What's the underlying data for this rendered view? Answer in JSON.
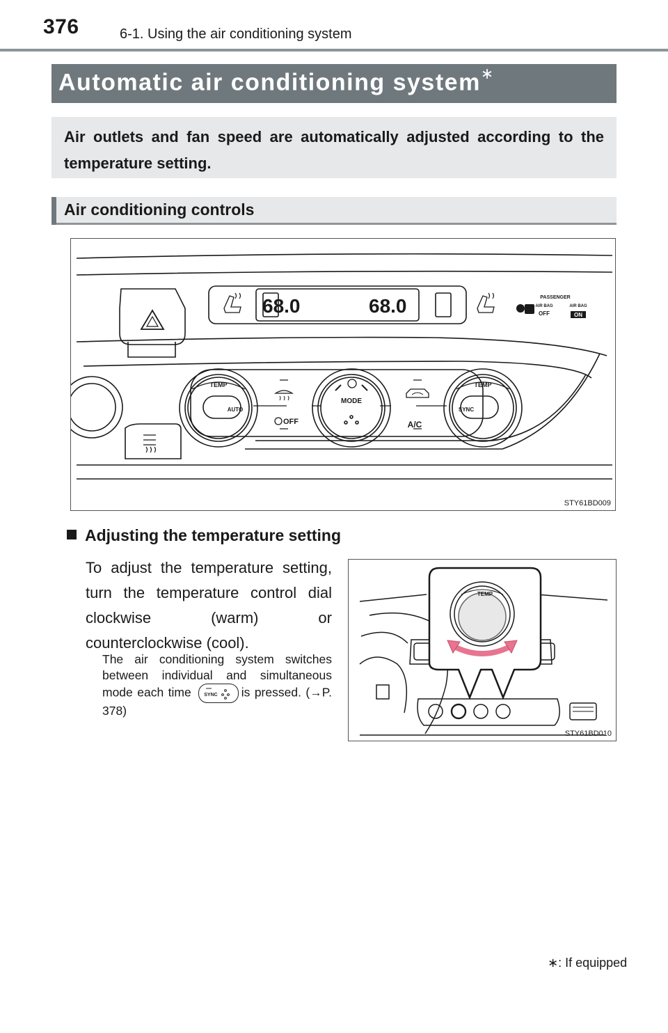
{
  "header": {
    "page_number": "376",
    "running_head": "6-1. Using the air conditioning system"
  },
  "title": {
    "text": "Automatic air conditioning system",
    "mark": "∗"
  },
  "summary": "Air outlets and fan speed are automatically adjusted according to the temperature setting.",
  "section": {
    "heading": "Air conditioning controls"
  },
  "figure1": {
    "code": "STY61BD009",
    "labels": {
      "temp_left": "TEMP",
      "temp_right": "TEMP",
      "auto": "AUTO",
      "sync": "SYNC",
      "mode": "MODE",
      "off": "OFF",
      "ac": "A/C",
      "display_left": "68.0",
      "display_right": "68.0",
      "passenger": "PASSENGER",
      "airbag_off_label": "AIR BAG",
      "airbag_off_state": "OFF",
      "airbag_on_label": "AIR BAG",
      "airbag_on_state": "ON"
    },
    "icons": [
      "hazard-icon",
      "seat-heater-icon",
      "rear-defogger-icon",
      "fan-icon",
      "windshield-defogger-icon",
      "recirculation-icon",
      "airbag-indicator-icon"
    ]
  },
  "subsection": {
    "heading": "Adjusting the temperature setting",
    "body": "To adjust the temperature setting, turn the temperature control dial clockwise (warm) or counterclockwise (cool).",
    "note_before": "The air conditioning system switches between individual and simultaneous mode each time",
    "note_icon_label": "SYNC",
    "note_after": "is pressed. (→P. 378)"
  },
  "figure2": {
    "code": "STY61BD010",
    "dial_label": "TEMP",
    "icons": [
      "rotate-arrow-icon"
    ]
  },
  "footnote": "∗: If equipped"
}
